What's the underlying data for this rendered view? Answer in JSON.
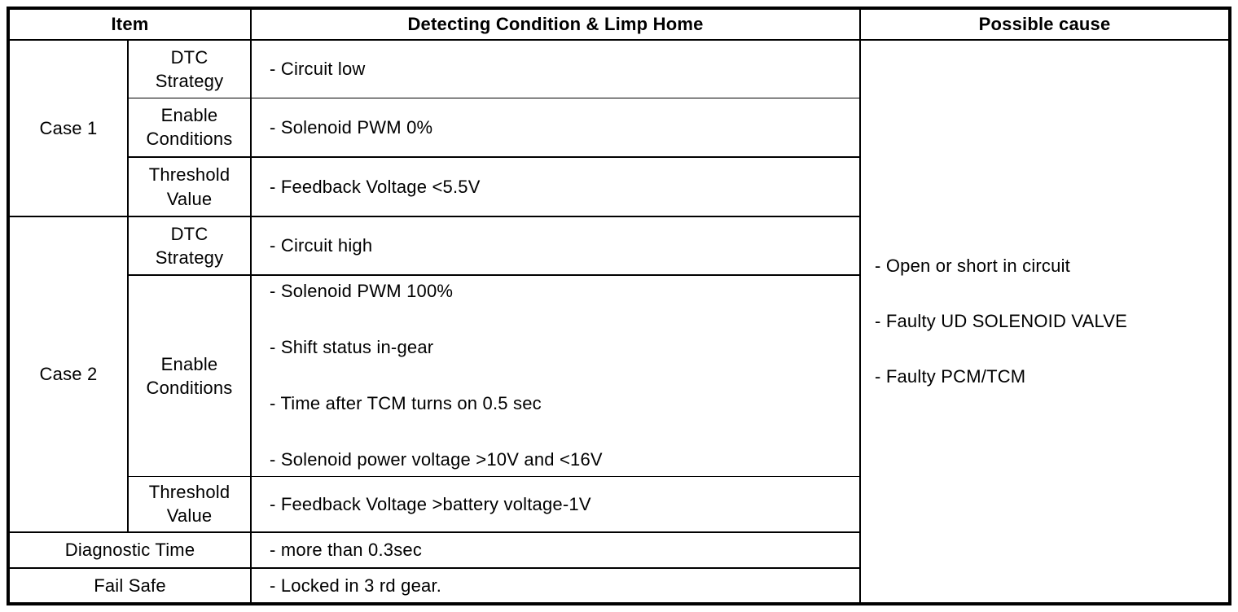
{
  "table": {
    "headers": {
      "item": "Item",
      "detecting_condition": "Detecting Condition & Limp Home",
      "possible_cause": "Possible cause"
    },
    "case1": {
      "label": "Case 1",
      "rows": [
        {
          "item": "DTC\nStrategy",
          "value": "- Circuit low"
        },
        {
          "item": "Enable\nConditions",
          "value": "- Solenoid PWM 0%"
        },
        {
          "item": "Threshold\nValue",
          "value": "- Feedback Voltage <5.5V"
        }
      ]
    },
    "case2": {
      "label": "Case 2",
      "dtc_strategy": {
        "item": "DTC\nStrategy",
        "value": "- Circuit high"
      },
      "enable_conditions": {
        "item": "Enable\nConditions",
        "values": [
          "- Solenoid PWM 100%",
          "- Shift status in-gear",
          "- Time after TCM turns on 0.5 sec",
          "- Solenoid power voltage >10V and <16V"
        ]
      },
      "threshold_value": {
        "item": "Threshold\nValue",
        "value": "- Feedback Voltage >battery voltage-1V"
      }
    },
    "diagnostic_time": {
      "label": "Diagnostic Time",
      "value": "- more than 0.3sec"
    },
    "fail_safe": {
      "label": "Fail Safe",
      "value": "- Locked in 3 rd gear."
    },
    "possible_causes": [
      "- Open or short in circuit",
      "- Faulty UD SOLENOID VALVE",
      "- Faulty PCM/TCM"
    ]
  },
  "colors": {
    "border": "#000000",
    "background": "#ffffff",
    "text": "#000000"
  }
}
